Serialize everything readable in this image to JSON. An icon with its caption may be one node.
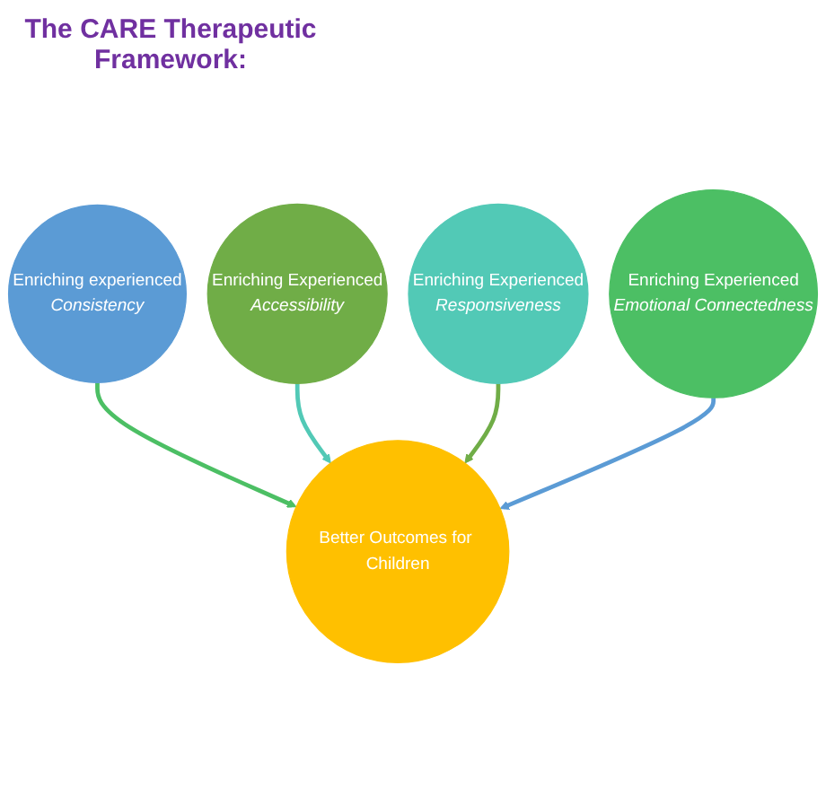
{
  "diagram": {
    "title": "The CARE Therapeutic Framework:",
    "nodes": [
      {
        "text": [
          "Enriching experienced",
          "Consistency"
        ]
      },
      {
        "text": [
          "Enriching Experienced",
          "Accessibility"
        ]
      },
      {
        "text": [
          "Better Outcomes for Children"
        ]
      },
      {
        "text": [
          "Enriching Experienced",
          "Responsiveness"
        ]
      },
      {
        "text": [
          "Enriching Experienced",
          "Emotional Connectedness"
        ]
      }
    ],
    "edges": [
      {
        "from": 0,
        "to": 2,
        "arrow": "to",
        "color": "#4cbf64"
      },
      {
        "from": 1,
        "to": 2,
        "arrow": "to",
        "color": "#52c9b6"
      },
      {
        "from": 3,
        "to": 2,
        "arrow": "to",
        "color": "#70ad47"
      },
      {
        "from": 4,
        "to": 2,
        "arrow": "to",
        "color": "#5b9bd5"
      }
    ]
  }
}
